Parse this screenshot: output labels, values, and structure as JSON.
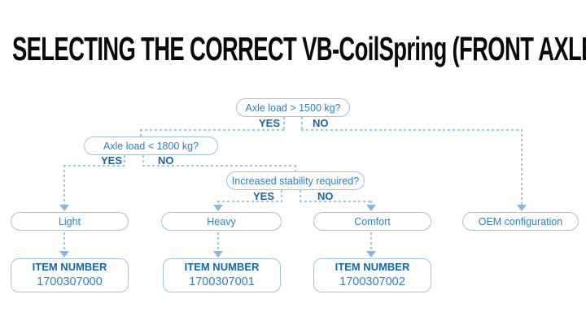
{
  "page": {
    "title": "SELECTING THE CORRECT VB-CoilSpring (FRONT AXLE)"
  },
  "colors": {
    "title_text": "#0a0a0a",
    "node_border": "#9fc3e4",
    "node_text": "#2e81c4",
    "label_text": "#1565b1",
    "connector_line": "#a3c6e6",
    "arrowhead": "#8cb6dc",
    "background": "#ffffff"
  },
  "flowchart": {
    "decisions": [
      {
        "question": "Axle load > 1500 kg?",
        "yes_label": "YES",
        "no_label": "NO"
      },
      {
        "question": "Axle load < 1800 kg?",
        "yes_label": "YES",
        "no_label": "NO"
      },
      {
        "question": "Increased stability required?",
        "yes_label": "YES",
        "no_label": "NO"
      }
    ],
    "results": [
      {
        "label": "Light"
      },
      {
        "label": "Heavy"
      },
      {
        "label": "Comfort"
      },
      {
        "label": "OEM configuration"
      }
    ],
    "items": [
      {
        "heading": "ITEM NUMBER",
        "number": "1700307000"
      },
      {
        "heading": "ITEM NUMBER",
        "number": "1700307001"
      },
      {
        "heading": "ITEM NUMBER",
        "number": "1700307002"
      }
    ]
  }
}
